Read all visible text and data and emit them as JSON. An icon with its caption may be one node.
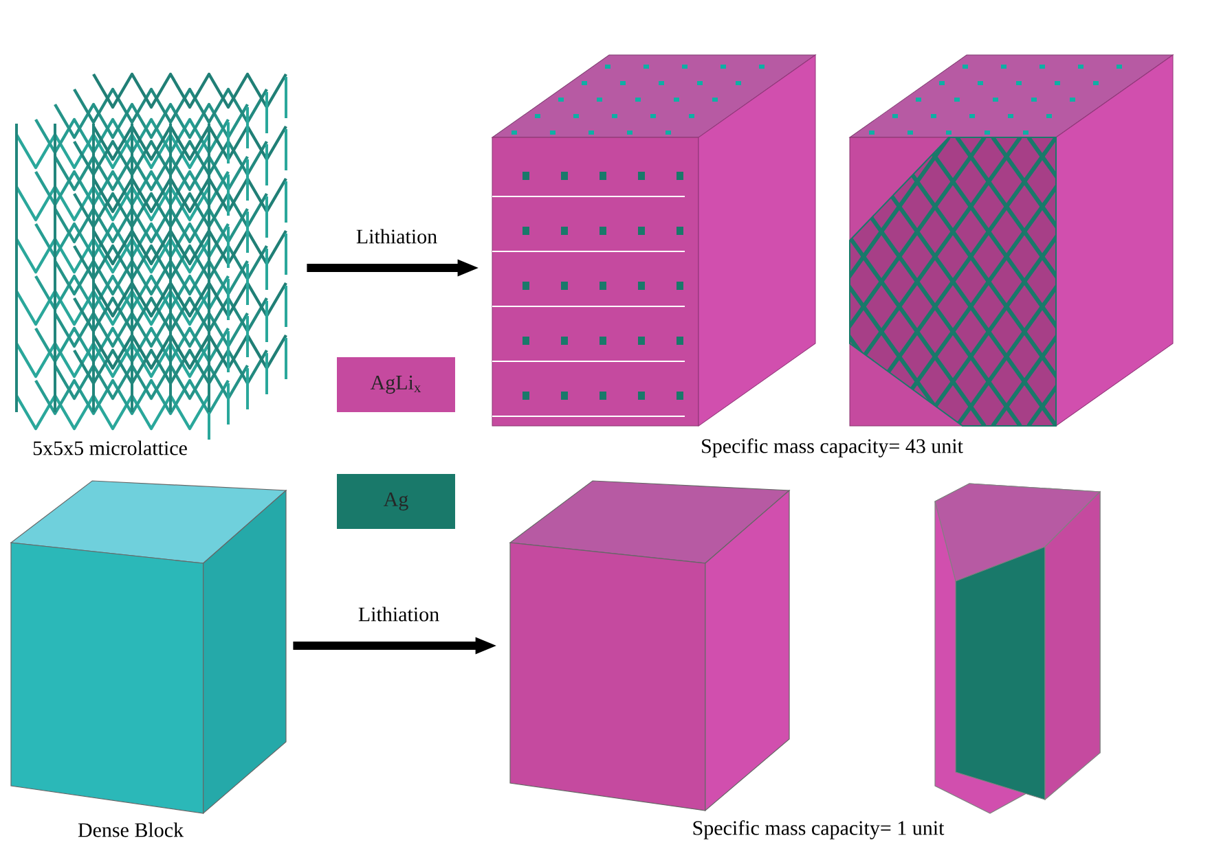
{
  "diagram": {
    "nodes": [
      {
        "text": [],
        "shape": "picture",
        "beside": [
          "5x5x5 microlattice"
        ]
      },
      {
        "text": [],
        "shape": "picture"
      },
      {
        "text": [],
        "shape": "picture"
      },
      {
        "text": [],
        "shape": "cube",
        "beside": [
          "Dense Block"
        ]
      },
      {
        "text": [],
        "shape": "cube"
      },
      {
        "text": [],
        "shape": "picture"
      }
    ],
    "edges": [
      {
        "from": 0,
        "to": 1,
        "arrow": "to",
        "label": "Lithiation"
      },
      {
        "from": 3,
        "to": 4,
        "arrow": "to",
        "label": "Lithiation"
      }
    ],
    "labels": [
      "Specific mass capacity= 43 unit",
      "Specific mass capacity= 1 unit"
    ],
    "legend": [
      {
        "text": "AgLi$_{x}$",
        "color": "#c54a9f"
      },
      {
        "text": "Ag",
        "color": "#19796a"
      }
    ]
  }
}
